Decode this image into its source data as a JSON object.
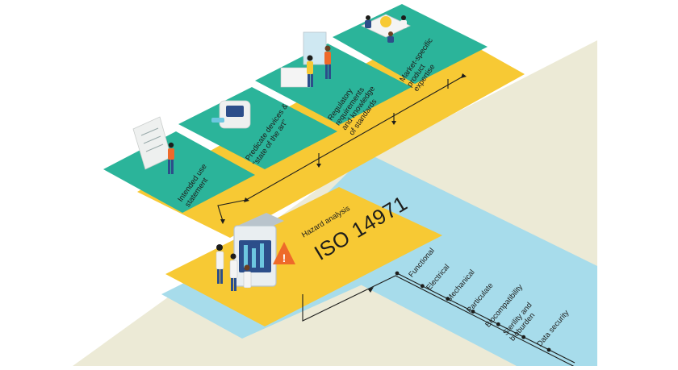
{
  "colors": {
    "teal": "#2bb49a",
    "yellow": "#f7c934",
    "light_blue": "#a7dceb",
    "beige": "#ecead6",
    "warning": "#ee6a2a",
    "line": "#1d1d1b"
  },
  "inputs": [
    {
      "line1": "Intended use",
      "line2": "statement",
      "line3": ""
    },
    {
      "line1": "Predicate devices &",
      "line2": "\"state of the art\"",
      "line3": ""
    },
    {
      "line1": "Regulatory",
      "line2": "requirements",
      "line3": "and knowledge",
      "line4": "of standards"
    },
    {
      "line1": "Market-specific",
      "line2": "product",
      "line3": "expertise"
    }
  ],
  "hazard": {
    "label": "Hazard analysis",
    "standard": "ISO 14971",
    "warning_symbol": "!"
  },
  "categories": [
    {
      "line1": "Functional",
      "line2": ""
    },
    {
      "line1": "Electrical",
      "line2": ""
    },
    {
      "line1": "Mechanical",
      "line2": ""
    },
    {
      "line1": "Particulate",
      "line2": ""
    },
    {
      "line1": "Biocompatibility",
      "line2": ""
    },
    {
      "line1": "Sterility and",
      "line2": "bioburden"
    },
    {
      "line1": "Data security",
      "line2": ""
    }
  ]
}
